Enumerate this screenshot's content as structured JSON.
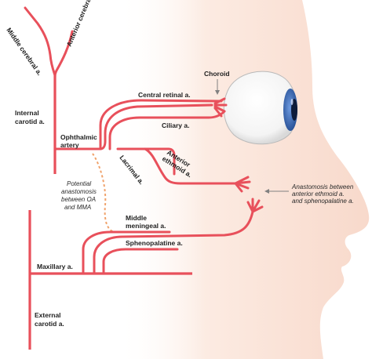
{
  "labels": {
    "middle_cerebral": "Middle cerebral a.",
    "anterior_cerebral": "Anterior cerebral a.",
    "internal_carotid_1": "Internal",
    "internal_carotid_2": "carotid a.",
    "ophthalmic_1": "Ophthalmic",
    "ophthalmic_2": "artery",
    "central_retinal": "Central retinal a.",
    "choroid": "Choroid",
    "ciliary": "Ciliary a.",
    "anterior_ethmoid_1": "Anterior",
    "anterior_ethmoid_2": "ethmoid a.",
    "lacrimal": "Lacrimal a.",
    "potential_1": "Potential",
    "potential_2": "anastomosis",
    "potential_3": "between OA",
    "potential_4": "and MMA",
    "anastomosis_1": "Anastomosis between",
    "anastomosis_2": "anterior ethmoid  a.",
    "anastomosis_3": "and sphenopalatine a.",
    "middle_meningeal_1": "Middle",
    "middle_meningeal_2": "meningeal a.",
    "sphenopalatine": "Sphenopalatine a.",
    "maxillary": "Maxillary a.",
    "external_carotid_1": "External",
    "external_carotid_2": "carotid a."
  },
  "colors": {
    "artery": "#e8505b",
    "face_skin": "#fbe3d8",
    "iris": "#2f5fa8",
    "pupil": "#0e1c3a",
    "label_text": "#1e1e1e",
    "pointer": "#808080"
  }
}
